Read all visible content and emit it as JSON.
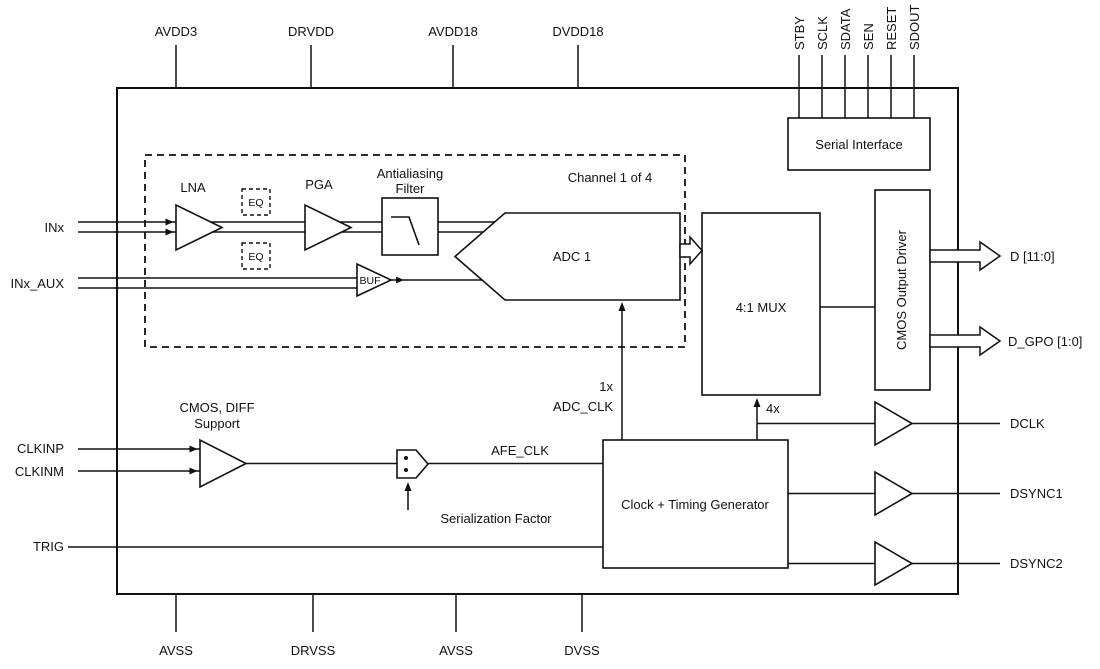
{
  "pins": {
    "top": [
      "AVDD3",
      "DRVDD",
      "AVDD18",
      "DVDD18"
    ],
    "serial": [
      "STBY",
      "SCLK",
      "SDATA",
      "SEN",
      "RESET",
      "SDOUT"
    ],
    "bottom": [
      "AVSS",
      "DRVSS",
      "AVSS",
      "DVSS"
    ],
    "left": {
      "inx": "INx",
      "inx_aux": "INx_AUX",
      "clkinp": "CLKINP",
      "clkinm": "CLKINM",
      "trig": "TRIG"
    },
    "right": {
      "d": "D [11:0]",
      "d_gpo": "D_GPO [1:0]",
      "dclk": "DCLK",
      "dsync1": "DSYNC1",
      "dsync2": "DSYNC2"
    }
  },
  "blocks": {
    "serial_interface": "Serial Interface",
    "channel_label": "Channel 1 of 4",
    "lna": "LNA",
    "eq1": "EQ",
    "eq2": "EQ",
    "pga": "PGA",
    "antialiasing_filter": {
      "line1": "Antialiasing",
      "line2": "Filter"
    },
    "adc": "ADC 1",
    "buf": "BUF",
    "mux": "4:1 MUX",
    "cmos_output_driver": "CMOS Output Driver",
    "clock_timing_generator": "Clock + Timing Generator"
  },
  "annotations": {
    "clk_support": {
      "line1": "CMOS, DIFF",
      "line2": "Support"
    },
    "afe_clk": "AFE_CLK",
    "serialization_factor": "Serialization Factor",
    "adc_clk_rate": "1x",
    "adc_clk": "ADC_CLK",
    "dclk_rate": "4x"
  },
  "colors": {
    "stroke": "#111111",
    "background": "#ffffff"
  }
}
